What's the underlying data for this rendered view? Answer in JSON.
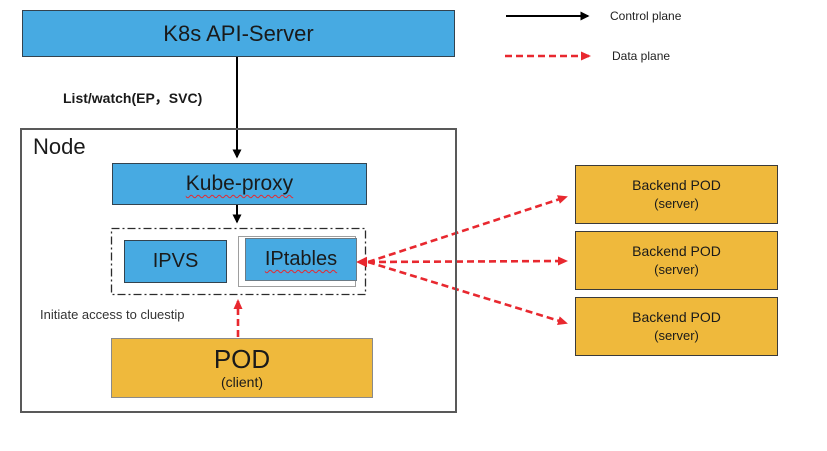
{
  "colors": {
    "box_blue": "#47AAE2",
    "box_yellow": "#EFB93C",
    "arrow_red": "#E8282F",
    "arrow_black": "#000000",
    "node_border": "#595959"
  },
  "api_server": {
    "label": "K8s API-Server"
  },
  "edges": {
    "list_watch_label": "List/watch(EP，SVC)"
  },
  "legend": {
    "control_plane": "Control plane",
    "data_plane": "Data plane"
  },
  "node": {
    "title": "Node",
    "kube_proxy_label": "Kube-proxy",
    "ipvs_label": "IPVS",
    "iptables_label": "IPtables",
    "note": "Initiate access to cluestip",
    "client_pod": {
      "title": "POD",
      "subtitle": "(client)"
    }
  },
  "backend_pods": [
    {
      "title": "Backend POD",
      "subtitle": "(server)"
    },
    {
      "title": "Backend POD",
      "subtitle": "(server)"
    },
    {
      "title": "Backend POD",
      "subtitle": "(server)"
    }
  ]
}
